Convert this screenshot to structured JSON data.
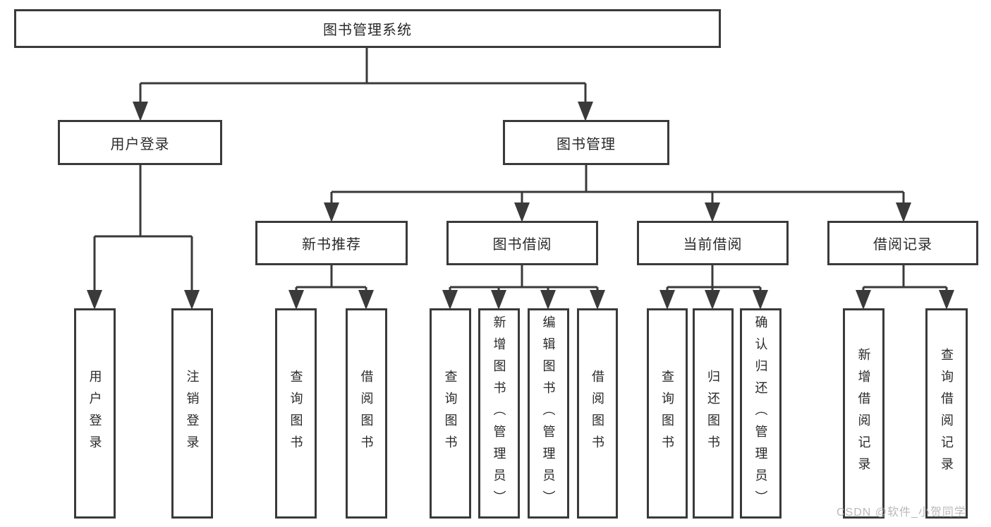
{
  "colors": {
    "line": "#3a3a3a",
    "text": "#2a2a2a",
    "bg": "#ffffff",
    "watermark": "#b2b2b2"
  },
  "diagram": {
    "type": "hierarchy-tree",
    "root": {
      "label": "图书管理系统"
    },
    "level2": [
      {
        "label": "用户登录",
        "parent": "图书管理系统"
      },
      {
        "label": "图书管理",
        "parent": "图书管理系统"
      }
    ],
    "level3": [
      {
        "label": "新书推荐",
        "parent": "图书管理"
      },
      {
        "label": "图书借阅",
        "parent": "图书管理"
      },
      {
        "label": "当前借阅",
        "parent": "图书管理"
      },
      {
        "label": "借阅记录",
        "parent": "图书管理"
      }
    ],
    "leaves": [
      {
        "label": "用户登录",
        "parent": "用户登录"
      },
      {
        "label": "注销登录",
        "parent": "用户登录"
      },
      {
        "label": "查询图书",
        "parent": "新书推荐"
      },
      {
        "label": "借阅图书",
        "parent": "新书推荐"
      },
      {
        "label": "查询图书",
        "parent": "图书借阅"
      },
      {
        "label": "新增图书（管理员）",
        "parent": "图书借阅"
      },
      {
        "label": "编辑图书（管理员）",
        "parent": "图书借阅"
      },
      {
        "label": "借阅图书",
        "parent": "图书借阅"
      },
      {
        "label": "查询图书",
        "parent": "当前借阅"
      },
      {
        "label": "归还图书",
        "parent": "当前借阅"
      },
      {
        "label": "确认归还（管理员）",
        "parent": "当前借阅"
      },
      {
        "label": "新增借阅记录",
        "parent": "借阅记录"
      },
      {
        "label": "查询借阅记录",
        "parent": "借阅记录"
      }
    ],
    "watermark": "CSDN @软件_小贺同学"
  }
}
